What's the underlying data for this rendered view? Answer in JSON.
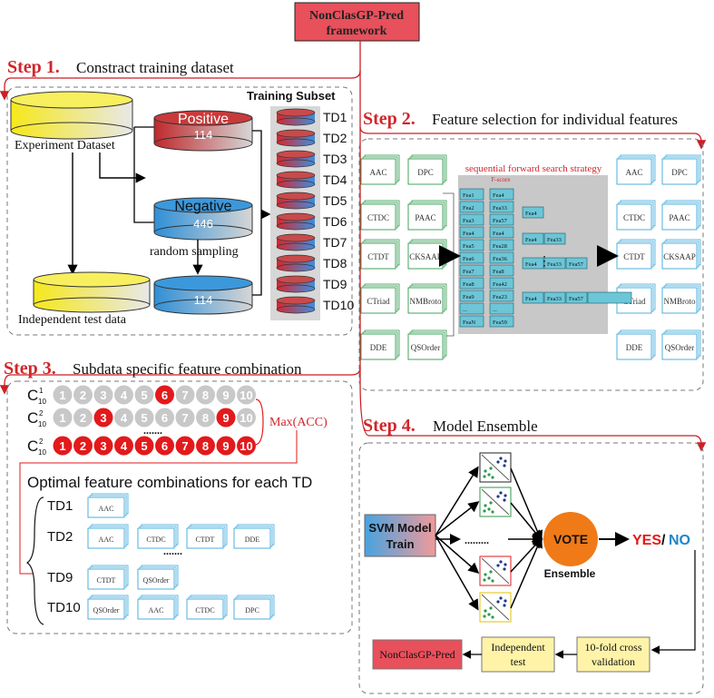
{
  "title": "NonClasGP-Pred framework",
  "title_lines": [
    "NonClasGP-Pred",
    "framework"
  ],
  "colors": {
    "title_fill": "#e8505b",
    "step_red": "#d0262b",
    "arrow_red": "#cc1f24",
    "feature_blue": "#3aa7d9",
    "feature_green": "#2e9a4b",
    "svm_fill": "#4aa3df",
    "vote": "#f07a17",
    "yes": "#e3191b",
    "no": "#1d86c6",
    "box_yellow": "#fff3a8",
    "final_red": "#e8505b"
  },
  "steps": [
    {
      "num": "Step 1.",
      "label": "Constract training dataset"
    },
    {
      "num": "Step 2.",
      "label": "Feature selection for individual features"
    },
    {
      "num": "Step 3.",
      "label": "Subdata specific feature combination"
    },
    {
      "num": "Step 4.",
      "label": "Model Ensemble"
    }
  ],
  "step1": {
    "experiment_dataset": "Experiment Dataset",
    "independent_test": "Independent test data",
    "positive": {
      "label": "Positive",
      "count": "114"
    },
    "negative": {
      "label": "Negative",
      "count": "446"
    },
    "sampled_count": "114",
    "random_sampling": "random sampling",
    "training_subset": "Training Subset",
    "td_labels": [
      "TD1",
      "TD2",
      "TD3",
      "TD4",
      "TD5",
      "TD6",
      "TD7",
      "TD8",
      "TD9",
      "TD10"
    ]
  },
  "step2": {
    "left_features": [
      "AAC",
      "DPC",
      "CTDC",
      "PAAC",
      "CTDT",
      "CKSAAP",
      "CTriad",
      "NMBroto",
      "DDE",
      "QSOrder"
    ],
    "strategy": "sequential forward search strategy",
    "fscore": "F-score",
    "col1": [
      "Fea1",
      "Fea2",
      "Fea3",
      "Fea4",
      "Fea5",
      "Fea6",
      "Fea7",
      "Fea8",
      "Fea9",
      "...",
      "FeaN"
    ],
    "col2": [
      "Fea4",
      "Fea33",
      "Fea57",
      "Fea4",
      "Fea28",
      "Fea36",
      "Fea8",
      "Fea42",
      "Fea23",
      "...",
      "Fea59"
    ],
    "search_rows": [
      [
        "Fea4"
      ],
      [
        "Fea4",
        "Fea33"
      ],
      [
        "Fea4",
        "Fea33",
        "Fea57"
      ],
      [
        "Fea4",
        "Fea33",
        "Fea57",
        ""
      ]
    ],
    "search_dots": "⋮",
    "right_features": [
      "AAC",
      "DPC",
      "CTDC",
      "PAAC",
      "CTDT",
      "CKSAAP",
      "CTriad",
      "NMBroto",
      "DDE",
      "QSOrder"
    ]
  },
  "step3": {
    "combos": [
      {
        "c": "C",
        "sub": "10",
        "sup": "1",
        "red": [
          6
        ]
      },
      {
        "c": "C",
        "sub": "10",
        "sup": "2",
        "red": [
          3,
          9
        ]
      },
      {
        "c": "C",
        "sub": "10",
        "sup": "2",
        "red": [
          1,
          2,
          3,
          4,
          5,
          6,
          7,
          8,
          9,
          10
        ]
      }
    ],
    "numbers": [
      "1",
      "2",
      "3",
      "4",
      "5",
      "6",
      "7",
      "8",
      "9",
      "10"
    ],
    "dots": ".......",
    "max_acc": "Max(ACC)",
    "optimal_title": "Optimal feature combinations for each TD",
    "td_rows": [
      {
        "td": "TD1",
        "features": [
          "AAC"
        ]
      },
      {
        "td": "TD2",
        "features": [
          "AAC",
          "CTDC",
          "CTDT",
          "DDE"
        ]
      },
      {
        "td": "TD9",
        "features": [
          "CTDT",
          "QSOrder"
        ]
      },
      {
        "td": "TD10",
        "features": [
          "QSOrder",
          "AAC",
          "CTDC",
          "DPC"
        ]
      }
    ],
    "row_dots": "......."
  },
  "step4": {
    "svm_lines": [
      "SVM Model",
      "Train"
    ],
    "ellipsis": ".........",
    "vote": "VOTE",
    "ensemble": "Ensemble",
    "yes": "YES",
    "slash": "/",
    "no": "NO",
    "cv_lines": [
      "10-fold cross",
      "validation"
    ],
    "indep_lines": [
      "Independent",
      "test"
    ],
    "final": "NonClasGP-Pred"
  }
}
